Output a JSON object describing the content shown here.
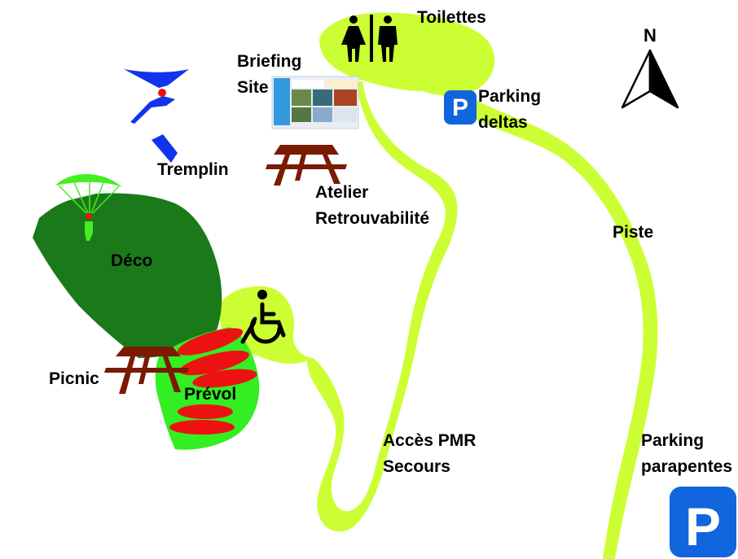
{
  "map": {
    "compass": {
      "label": "N"
    },
    "labels": {
      "toilettes": "Toilettes",
      "briefing": [
        "Briefing",
        "Site"
      ],
      "parking_deltas": [
        "Parking",
        "deltas"
      ],
      "tremplin": "Tremplin",
      "atelier": [
        "Atelier",
        "Retrouvabilité"
      ],
      "piste": "Piste",
      "deco": "Déco",
      "picnic": "Picnic",
      "prevol": "Prévol",
      "acces": [
        "Accès PMR",
        "Secours"
      ],
      "parking_parapentes": [
        "Parking",
        "parapentes"
      ]
    },
    "parking_symbol": "P",
    "colors": {
      "path": "#ccff33",
      "deco_area": "#1a7a1a",
      "prevol_area": "#33ee22",
      "hangglider": "#1133ee",
      "paraglider": "#44ee22",
      "picnic_table": "#7a1a00",
      "ramps": "#ee1111",
      "parking": "#1166dd"
    },
    "icons": [
      "compass-north-icon",
      "toilets-icon",
      "hang-glider-icon",
      "paraglider-icon",
      "picnic-table-icon",
      "wheelchair-icon",
      "parking-icon",
      "briefing-board-image"
    ]
  }
}
